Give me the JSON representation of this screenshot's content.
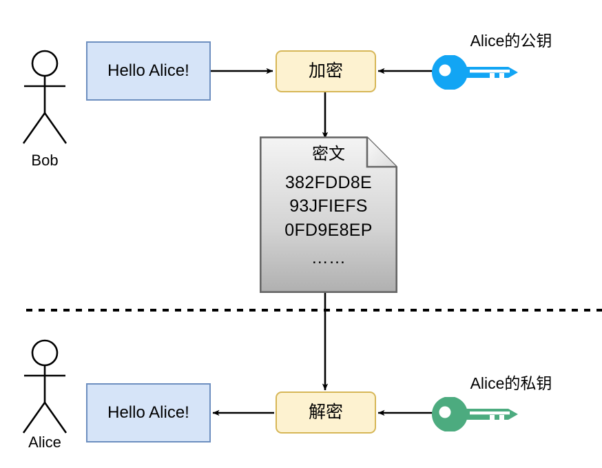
{
  "diagram": {
    "title_present": false,
    "colors": {
      "message_fill": "#d6e4f8",
      "message_stroke": "#6c8ebf",
      "process_fill": "#fdf2d0",
      "process_stroke": "#d6b656",
      "document_fill_top": "#f2f2f2",
      "document_fill_bottom": "#b3b3b3",
      "document_stroke": "#666666",
      "public_key_color": "#12a5f4",
      "private_key_color": "#4cab7f",
      "line_color": "#000000",
      "background": "#ffffff"
    }
  },
  "top_flow": {
    "actor": {
      "name": "Bob",
      "icon": "stick-figure-icon"
    },
    "message": {
      "text": "Hello Alice!"
    },
    "process": {
      "text": "加密"
    },
    "key": {
      "label": "Alice的公钥",
      "icon": "key-icon",
      "color": "#12a5f4"
    }
  },
  "ciphertext_document": {
    "title": "密文",
    "lines": [
      "382FDD8E",
      "93JFIEFS",
      "0FD9E8EP"
    ],
    "ellipsis": "……",
    "icon": "document-icon"
  },
  "bottom_flow": {
    "actor": {
      "name": "Alice",
      "icon": "stick-figure-icon"
    },
    "message": {
      "text": "Hello Alice!"
    },
    "process": {
      "text": "解密"
    },
    "key": {
      "label": "Alice的私钥",
      "icon": "key-icon",
      "color": "#4cab7f"
    }
  },
  "divider": {
    "style": "dashed",
    "icon": "dashed-divider"
  }
}
